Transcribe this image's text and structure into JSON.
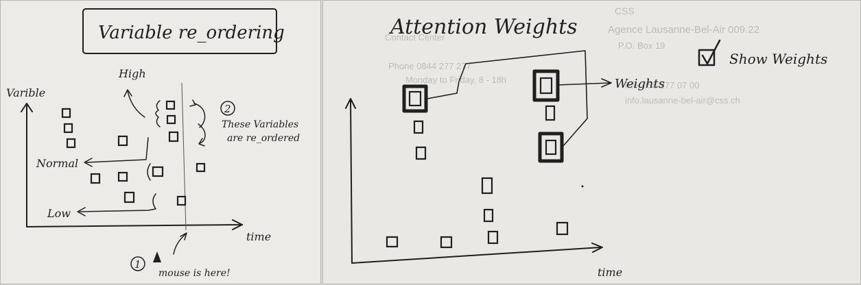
{
  "left_sketch": {
    "title": "Variable re_ordering",
    "y_axis_label": "Varible",
    "x_axis_label": "time",
    "label_high": "High",
    "label_normal": "Normal",
    "label_low": "Low",
    "note_num_1": "1",
    "note_mouse": "mouse is here!",
    "note_num_2": "2",
    "note_reorder_line1": "These Variables",
    "note_reorder_line2": "are re_ordered"
  },
  "right_sketch": {
    "title": "Attention Weights",
    "checkbox_label": "Show Weights",
    "weights_label": "Weights",
    "x_axis_label": "time",
    "show_through_text": [
      "CSS",
      "Agence Lausanne-Bel-Air 009.22",
      "P.O. Box 19",
      "Contact Center",
      "Phone 0844 277 277",
      "Monday to Friday, 8 - 18h",
      "Fax 058 277 07 00",
      "info.lausanne-bel-air@css.ch"
    ]
  }
}
